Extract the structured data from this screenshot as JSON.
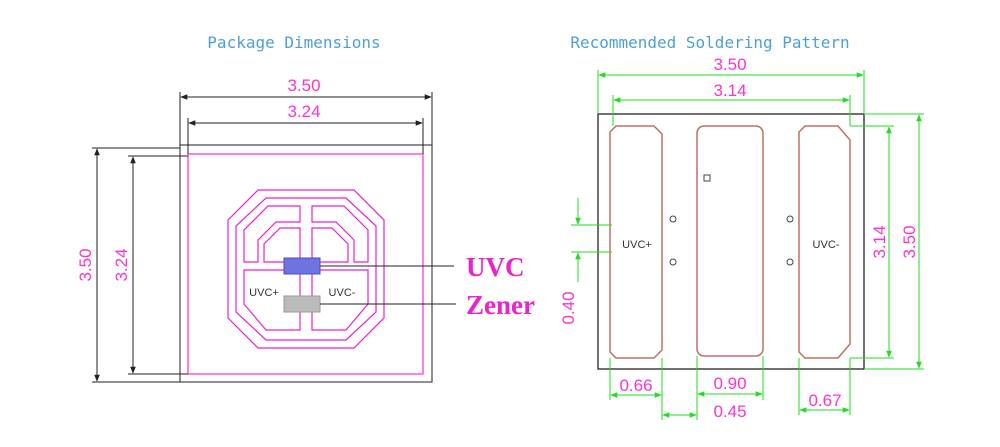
{
  "colors": {
    "title": "#4f9fd6",
    "pink": "#ff33cc",
    "magenta": "#ee22cc",
    "green": "#22dd22",
    "black": "#222222",
    "brown": "#c07060",
    "uvc_chip": "#6f73e0",
    "zener_chip": "#bbbbbb"
  },
  "package": {
    "title": "Package Dimensions",
    "dim_outer_width": "3.50",
    "dim_inner_width": "3.24",
    "dim_outer_height": "3.50",
    "dim_inner_height": "3.24",
    "pad_pos_label": "UVC+",
    "pad_neg_label": "UVC-",
    "uvc_callout": "UVC",
    "zener_callout": "Zener"
  },
  "soldering": {
    "title": "Recommended Soldering Pattern",
    "dim_outer_width": "3.50",
    "dim_inner_width": "3.14",
    "dim_inner_height": "3.14",
    "dim_outer_height": "3.50",
    "dim_gap": "0.40",
    "dim_left_pad": "0.66",
    "dim_center_pad": "0.90",
    "dim_spacing": "0.45",
    "dim_right_pad": "0.67",
    "pad_pos_label": "UVC+",
    "pad_neg_label": "UVC-"
  }
}
